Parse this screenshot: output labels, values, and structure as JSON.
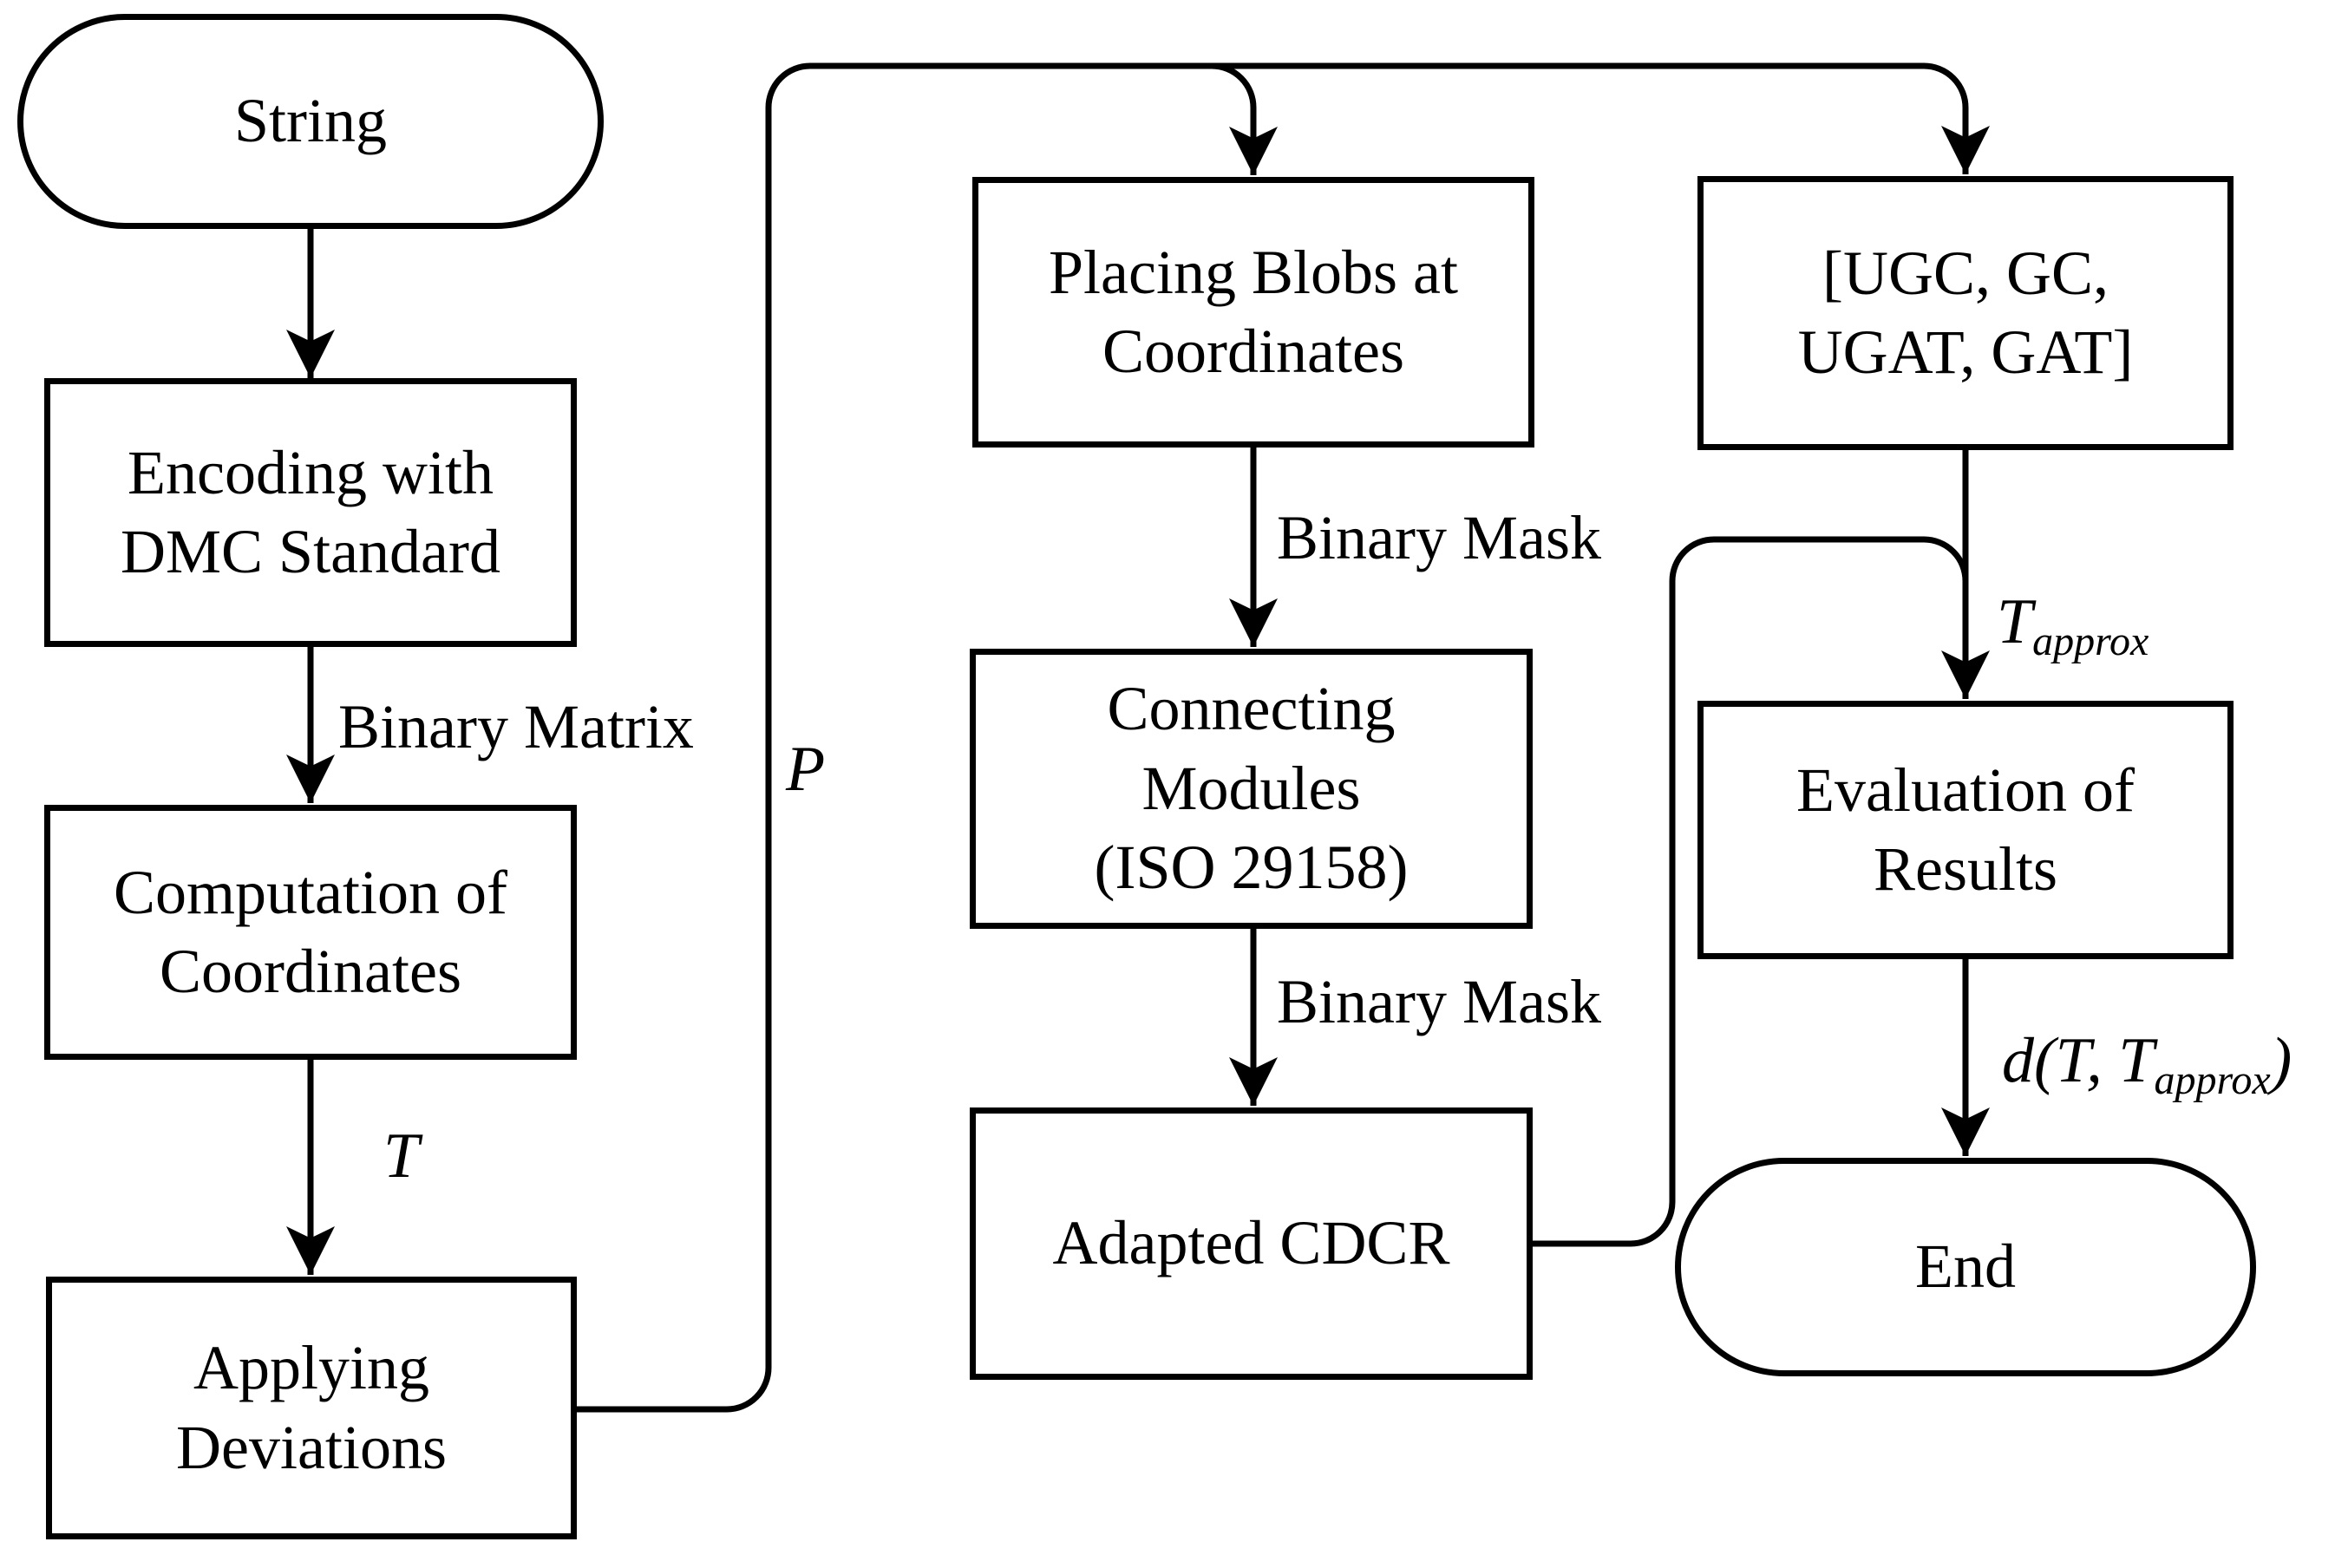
{
  "diagram": {
    "background_color": "#ffffff",
    "stroke_color": "#000000",
    "nodes": {
      "string": {
        "label": "String",
        "shape": "stadium"
      },
      "encoding": {
        "label": "Encoding with\nDMC Standard",
        "shape": "rect"
      },
      "computation": {
        "label": "Computation of\nCoordinates",
        "shape": "rect"
      },
      "applying": {
        "label": "Applying\nDeviations",
        "shape": "rect"
      },
      "placing": {
        "label": "Placing Blobs at\nCoordinates",
        "shape": "rect"
      },
      "connecting": {
        "label": "Connecting\nModules\n(ISO 29158)",
        "shape": "rect"
      },
      "cdcr": {
        "label": "Adapted CDCR",
        "shape": "rect"
      },
      "ugc": {
        "label": "[UGC, GC,\nUGAT, GAT]",
        "shape": "rect"
      },
      "evaluation": {
        "label": "Evaluation of\nResults",
        "shape": "rect"
      },
      "end": {
        "label": "End",
        "shape": "stadium"
      }
    },
    "edge_labels": {
      "binary_matrix": "Binary Matrix",
      "t": "T",
      "p": "P",
      "binary_mask_1": "Binary Mask",
      "binary_mask_2": "Binary Mask",
      "t_approx": {
        "main": "T",
        "sub": "approx"
      },
      "d_t_approx": {
        "pre": "d(T, T",
        "sub": "approx",
        "post": ")"
      }
    }
  }
}
